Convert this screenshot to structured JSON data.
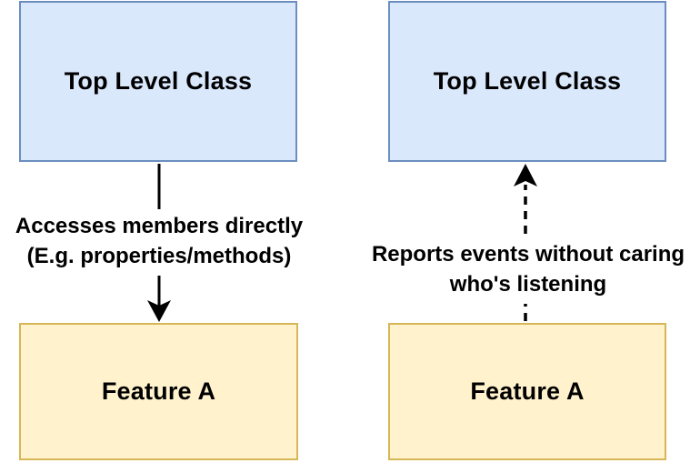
{
  "colors": {
    "background": "#ffffff",
    "class_box_fill": "#dae8fc",
    "class_box_border": "#6c8ebf",
    "feature_box_fill": "#fff2cc",
    "feature_box_border": "#d6b656",
    "arrow_color": "#000000",
    "text_color": "#000000"
  },
  "left_panel": {
    "top_box_label": "Top Level Class",
    "bottom_box_label": "Feature A",
    "arrow_style": "solid",
    "arrow_direction": "down",
    "arrow_label_line1": "Accesses members directly",
    "arrow_label_line2": "(E.g. properties/methods)"
  },
  "right_panel": {
    "top_box_label": "Top Level Class",
    "bottom_box_label": "Feature A",
    "arrow_style": "dashed",
    "arrow_direction": "up",
    "arrow_label_line1": "Reports events without caring",
    "arrow_label_line2": "who's listening"
  }
}
